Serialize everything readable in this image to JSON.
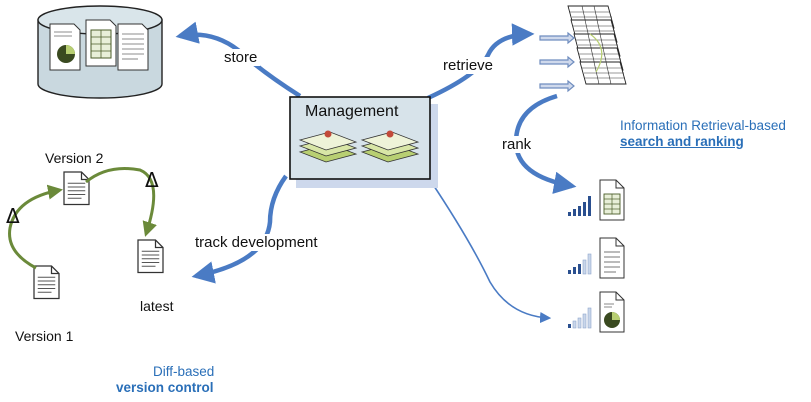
{
  "management": {
    "label": "Management"
  },
  "edges": {
    "store": "store",
    "retrieve": "retrieve",
    "rank": "rank",
    "track": "track development"
  },
  "versions": {
    "v1": "Version 1",
    "v2": "Version 2",
    "latest": "latest",
    "delta_left": "Δ",
    "delta_right": "Δ"
  },
  "captions": {
    "ir_line1": "Information Retrieval-based",
    "ir_line2": "search and ranking",
    "diff_line1": "Diff-based",
    "diff_line2": "version control"
  },
  "colors": {
    "arrow_blue": "#4a7bc4",
    "green_arrow": "#6b8a3a",
    "caption_blue": "#2a6fb8",
    "mgmt_fill": "#d7e3ea",
    "doc_green": "#b8cf72"
  },
  "icons": [
    "database-icon",
    "document-icon",
    "document-stack-icon",
    "ranking-bars-icon",
    "spreadsheet-icon",
    "pie-chart-icon"
  ]
}
